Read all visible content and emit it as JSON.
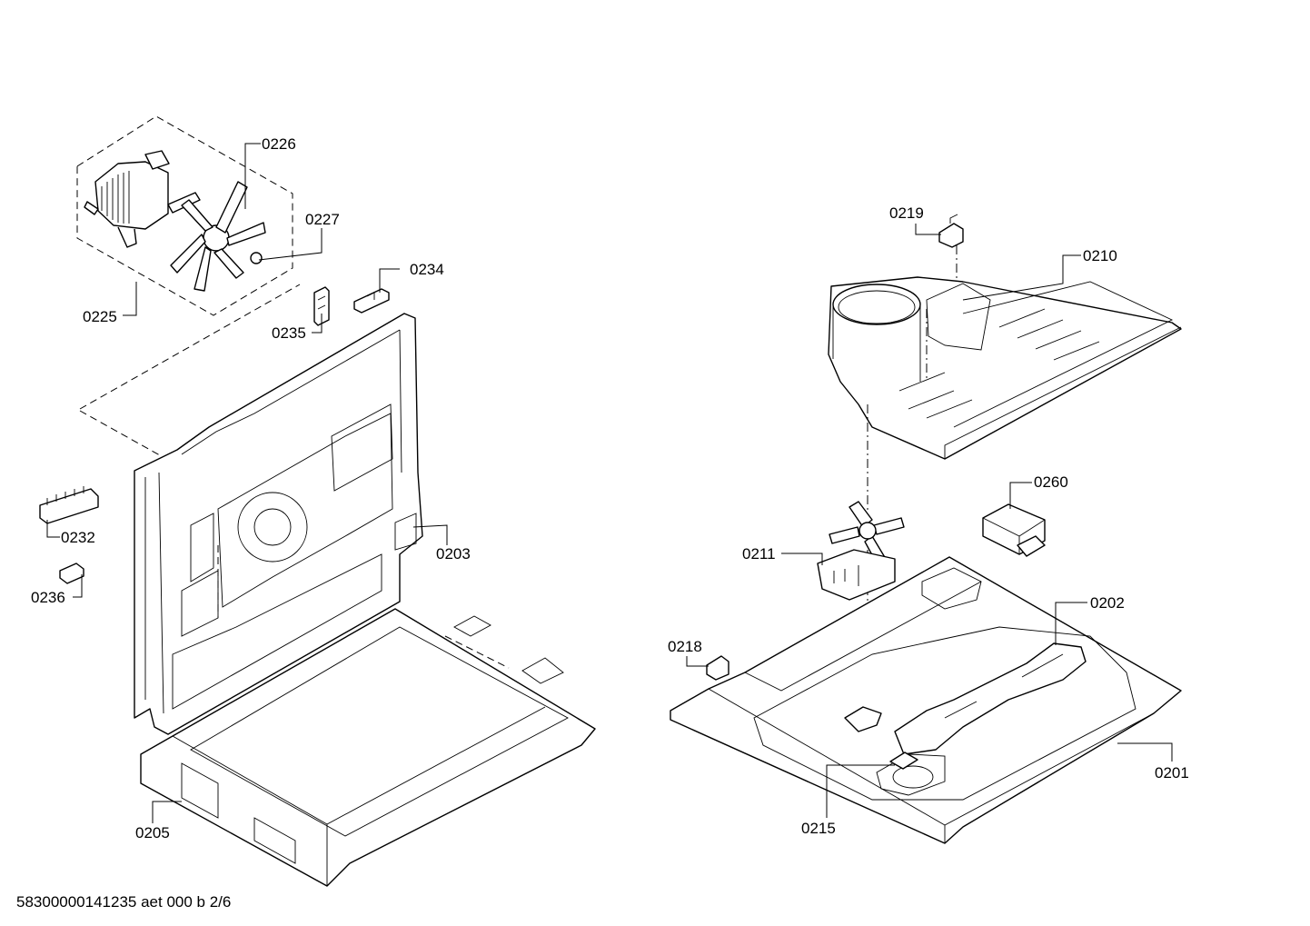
{
  "labels": {
    "p0201": "0201",
    "p0202": "0202",
    "p0203": "0203",
    "p0205": "0205",
    "p0210": "0210",
    "p0211": "0211",
    "p0215": "0215",
    "p0218": "0218",
    "p0219": "0219",
    "p0225": "0225",
    "p0226": "0226",
    "p0227": "0227",
    "p0232": "0232",
    "p0234": "0234",
    "p0235": "0235",
    "p0236": "0236",
    "p0260": "0260"
  },
  "footer": {
    "document_id": "58300000141235 aet 000 b 2/6"
  }
}
